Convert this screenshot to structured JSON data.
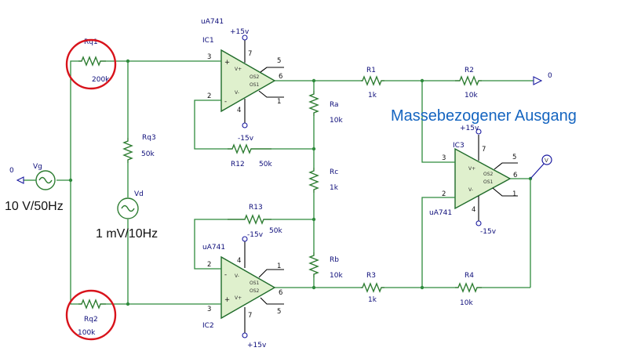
{
  "title": "Massebezogener Ausgang",
  "sources": {
    "vg": {
      "name": "Vg",
      "value": "10 V/50Hz",
      "gnd": "0"
    },
    "vd": {
      "name": "Vd",
      "value": "1 mV/10Hz"
    }
  },
  "resistors": {
    "rq1": {
      "name": "Rq1",
      "value": "200k"
    },
    "rq2": {
      "name": "Rq2",
      "value": "100k"
    },
    "rq3": {
      "name": "Rq3",
      "value": "50k"
    },
    "ra": {
      "name": "Ra",
      "value": "10k"
    },
    "rb": {
      "name": "Rb",
      "value": "10k"
    },
    "rc": {
      "name": "Rc",
      "value": "1k"
    },
    "r12": {
      "name": "R12",
      "value": "50k"
    },
    "r13": {
      "name": "R13",
      "value": "50k"
    },
    "r1": {
      "name": "R1",
      "value": "1k"
    },
    "r2": {
      "name": "R2",
      "value": "10k"
    },
    "r3": {
      "name": "R3",
      "value": "1k"
    },
    "r4": {
      "name": "R4",
      "value": "10k"
    }
  },
  "opamps": {
    "ic1": {
      "name": "IC1",
      "type": "uA741"
    },
    "ic2": {
      "name": "IC2",
      "type": "uA741"
    },
    "ic3": {
      "name": "IC3",
      "type": "uA741"
    }
  },
  "pins": {
    "in_plus": "3",
    "in_minus": "2",
    "out": "6",
    "vpos": "7",
    "vneg": "4",
    "os1": "1",
    "os2": "5",
    "plus": "+",
    "minus": "-",
    "vp": "V+",
    "vn": "V-",
    "os1_txt": "OS1",
    "os2_txt": "OS2"
  },
  "supply": {
    "pos": "+15v",
    "neg": "-15v"
  },
  "ground_label": "0",
  "colors": {
    "wire": "#2e8b3c",
    "label": "#0d0d7a",
    "title": "#1565c0",
    "highlight": "#d8131b"
  }
}
